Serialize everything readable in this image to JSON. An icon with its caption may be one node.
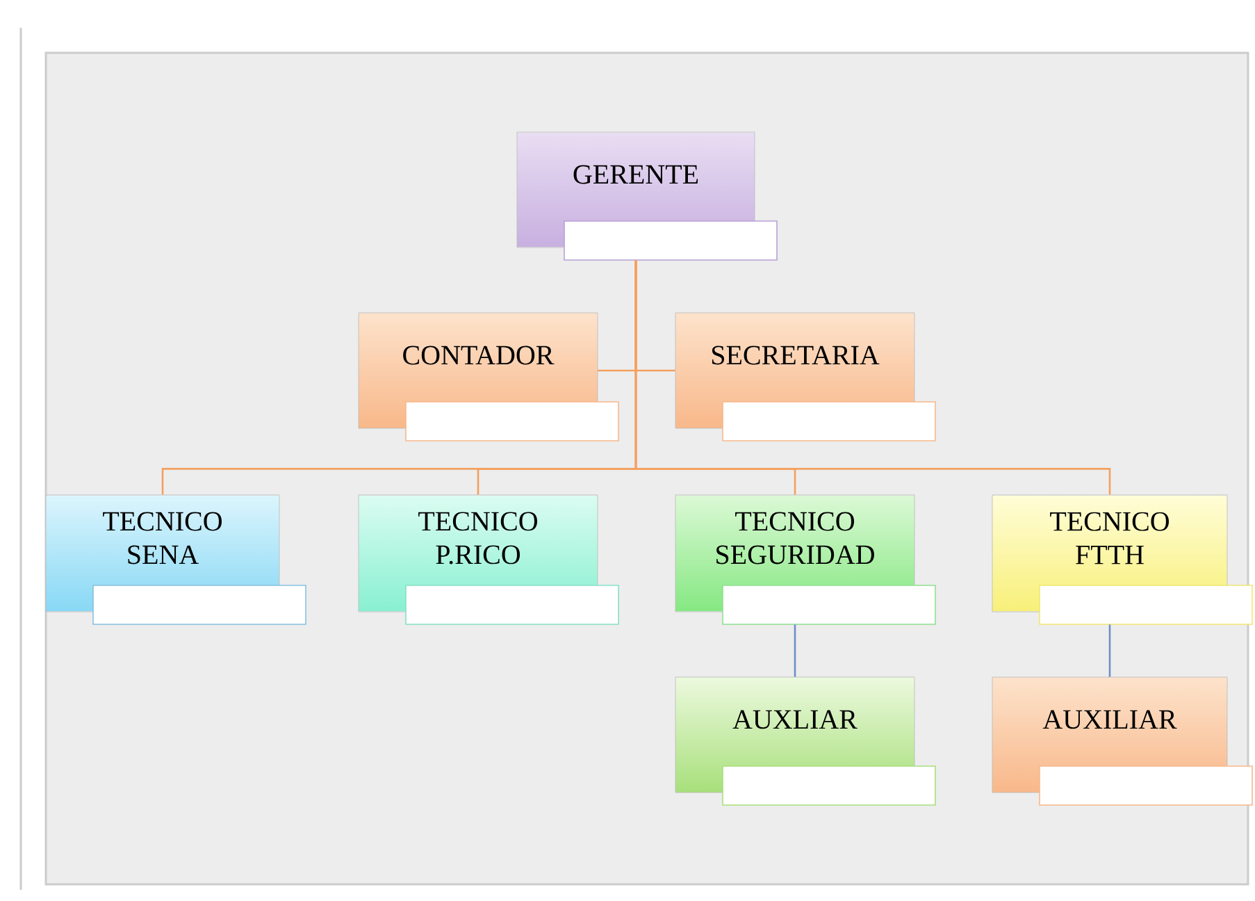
{
  "diagram": {
    "nodes": [
      {
        "text": [
          "GERENTE"
        ]
      },
      {
        "text": [
          "CONTADOR"
        ]
      },
      {
        "text": [
          "SECRETARIA"
        ]
      },
      {
        "text": [
          "TECNICO SENA"
        ]
      },
      {
        "text": [
          "TECNICO P.RICO"
        ]
      },
      {
        "text": [
          "TECNICO SEGURIDAD"
        ]
      },
      {
        "text": [
          "TECNICO FTTH"
        ]
      },
      {
        "text": [
          "AUXLIAR"
        ]
      },
      {
        "text": [
          "AUXILIAR"
        ]
      }
    ],
    "edges": [
      {
        "from": 0,
        "to": 1,
        "arrow": "none"
      },
      {
        "from": 0,
        "to": 2,
        "arrow": "none"
      },
      {
        "from": 0,
        "to": 3,
        "arrow": "none"
      },
      {
        "from": 0,
        "to": 4,
        "arrow": "none"
      },
      {
        "from": 0,
        "to": 5,
        "arrow": "none"
      },
      {
        "from": 0,
        "to": 6,
        "arrow": "none"
      },
      {
        "from": 5,
        "to": 7,
        "arrow": "none",
        "color": "#6f8fc8"
      },
      {
        "from": 6,
        "to": 8,
        "arrow": "none",
        "color": "#6f8fc8"
      }
    ]
  }
}
